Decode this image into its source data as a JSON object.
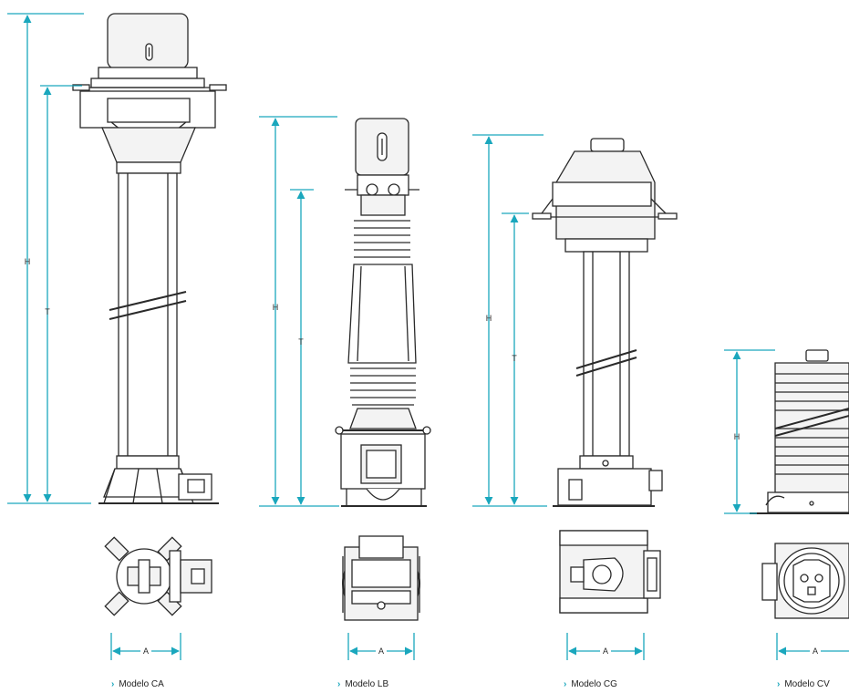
{
  "dimensions": {
    "height": "H",
    "terminal": "T",
    "width": "A"
  },
  "models": [
    {
      "name": "Modelo CA"
    },
    {
      "name": "Modelo LB"
    },
    {
      "name": "Modelo CG"
    },
    {
      "name": "Modelo CV"
    }
  ],
  "colors": {
    "dimension_line": "#1aa7bd",
    "drawing_line": "#2a2a2a",
    "fill_light": "#ededed"
  }
}
